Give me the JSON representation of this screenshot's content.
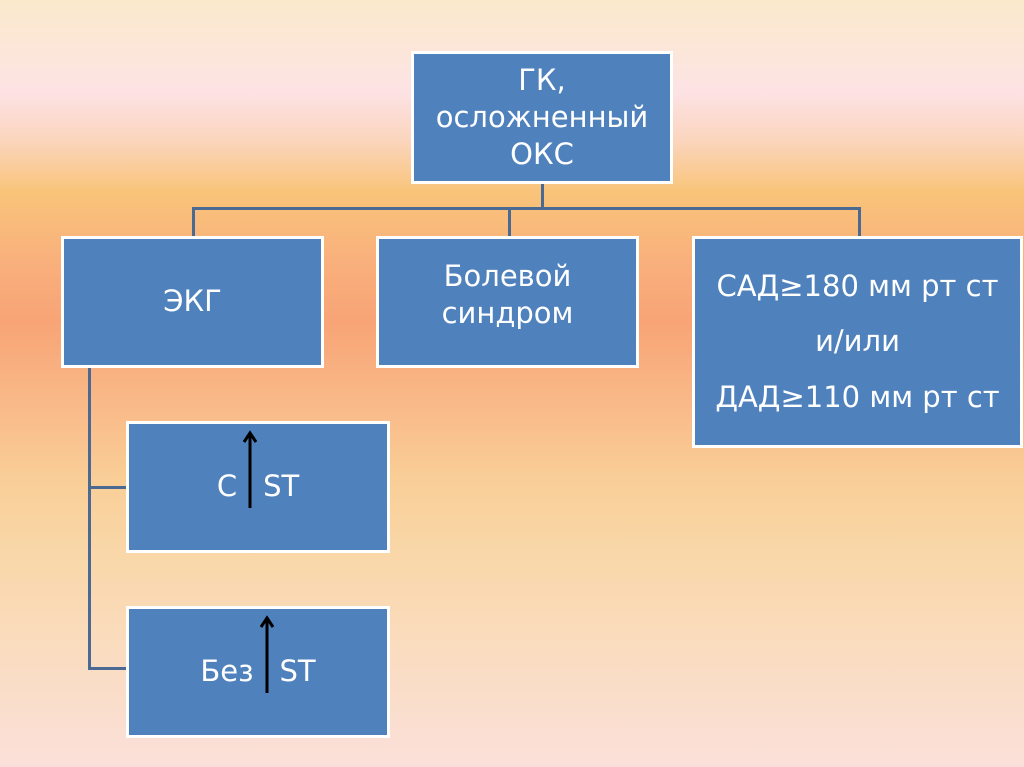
{
  "diagram": {
    "root": {
      "lines": [
        "ГК,",
        "осложненный",
        "ОКС"
      ]
    },
    "children": [
      {
        "id": "ecg",
        "label": "ЭКГ"
      },
      {
        "id": "pain",
        "lines": [
          "Болевой",
          "синдром"
        ]
      },
      {
        "id": "bp",
        "lines": [
          "САД≥180 мм рт ст",
          "и/или",
          "ДАД≥110 мм рт ст"
        ]
      }
    ],
    "ecg_children": [
      {
        "id": "with-st",
        "prefix": "С",
        "suffix": "ST",
        "icon": "arrow-up-icon"
      },
      {
        "id": "without-st",
        "prefix": "Без",
        "suffix": "ST",
        "icon": "arrow-up-icon"
      }
    ],
    "colors": {
      "box_fill": "#4f81bd",
      "box_border": "#ffffff",
      "connector": "#4a6a94",
      "text": "#ffffff",
      "arrow": "#000000"
    }
  }
}
